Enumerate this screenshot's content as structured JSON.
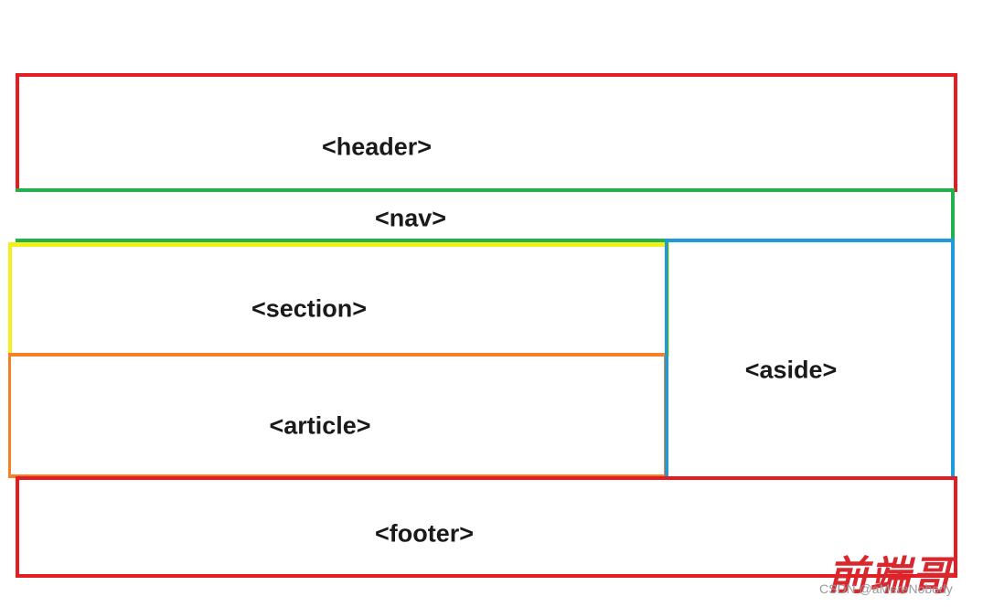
{
  "diagram": {
    "header": {
      "label": "<header>",
      "color": "#e31d22"
    },
    "nav": {
      "label": "<nav>",
      "color": "#22b14c"
    },
    "section": {
      "label": "<section>",
      "color": "#f2ef1a"
    },
    "article": {
      "label": "<article>",
      "color": "#f58025"
    },
    "aside": {
      "label": "<aside>",
      "color": "#1e9bd8"
    },
    "footer": {
      "label": "<footer>",
      "color": "#e31d22"
    }
  },
  "watermark": {
    "logo_text": "前端哥",
    "credit": "CSDN @aMereNobody"
  }
}
